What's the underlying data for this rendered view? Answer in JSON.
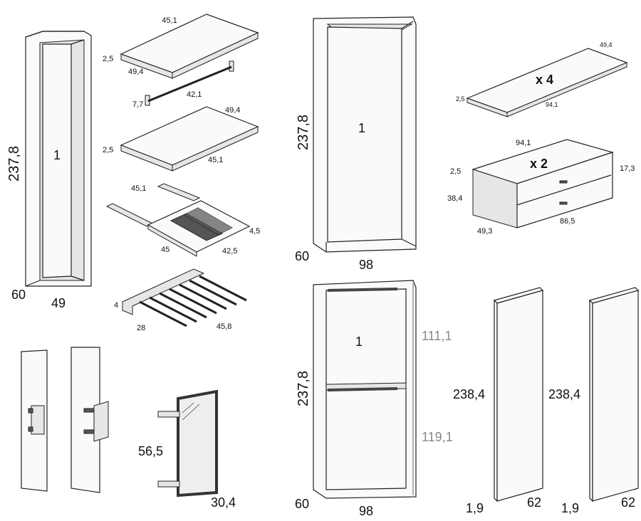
{
  "tall_cabinet": {
    "height": "237,8",
    "label": "1",
    "depth": "60",
    "width": "49"
  },
  "shelf_top": {
    "width": "45,1",
    "thickness": "2,5",
    "depth": "49,4"
  },
  "hanging_rail": {
    "width": "42,1",
    "height": "7,7"
  },
  "shelf_mid": {
    "depth": "49,4",
    "thickness": "2,5",
    "width": "45,1"
  },
  "drawer_tray": {
    "slide_length": "45,1",
    "height": "4,5",
    "inner_width": "45",
    "outer_width": "42,5"
  },
  "trouser_rack": {
    "height": "4",
    "width": "28",
    "length": "45,8"
  },
  "wide_cabinet": {
    "height": "237,8",
    "label": "1",
    "depth": "60",
    "width": "98"
  },
  "wide_shelf": {
    "depth": "49,4",
    "quantity": "x 4",
    "thickness": "2,5",
    "width": "94,1"
  },
  "drawer_unit": {
    "width": "94,1",
    "quantity": "x 2",
    "thickness": "2,5",
    "height": "17,3",
    "front_height": "38,4",
    "depth": "49,3",
    "inner_width": "86,5"
  },
  "rail_cabinet": {
    "height": "237,8",
    "label": "1",
    "upper": "111,1",
    "lower": "119,1",
    "depth": "60",
    "width": "98"
  },
  "mirror": {
    "height": "56,5",
    "width": "30,4"
  },
  "door_left": {
    "height": "238,4",
    "thickness": "1,9",
    "width": "62"
  },
  "door_right": {
    "height": "238,4",
    "thickness": "1,9",
    "width": "62"
  }
}
